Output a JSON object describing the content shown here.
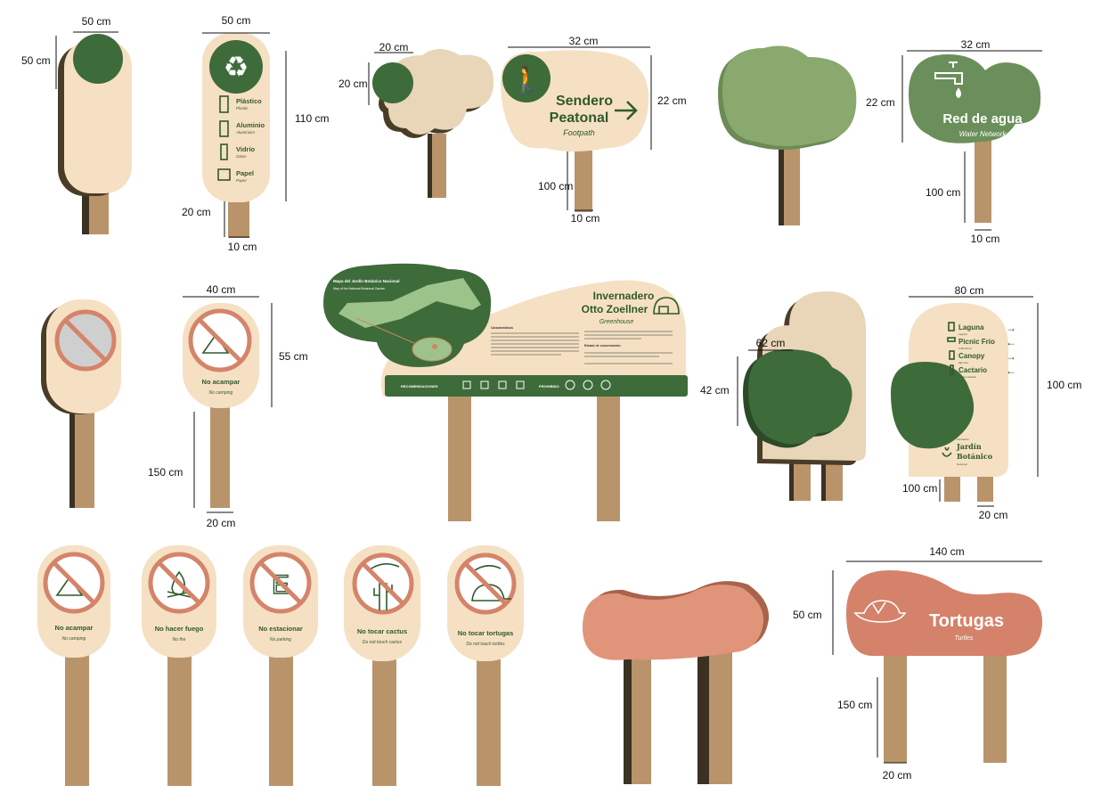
{
  "colors": {
    "cream": "#f6e0c3",
    "green": "#3e6b3a",
    "light_green": "#8aa96e",
    "water_green": "#6b8f5a",
    "post": "#b9946b",
    "salmon": "#d98f74",
    "prohibition_ring": "#d4846a"
  },
  "recycling": {
    "width": "50 cm",
    "height": "110 cm",
    "post_height": "20 cm",
    "post_width": "10 cm",
    "icon": "recycle-icon",
    "items": [
      {
        "label": "Plástico",
        "sub": "Plastic"
      },
      {
        "label": "Aluminio",
        "sub": "Aluminium"
      },
      {
        "label": "Vidrio",
        "sub": "Glass"
      },
      {
        "label": "Papel",
        "sub": "Paper"
      }
    ]
  },
  "popsicle_3d": {
    "width": "50 cm",
    "height": "50 cm"
  },
  "cloud_3d": {
    "width": "20 cm",
    "height": "20 cm"
  },
  "footpath": {
    "title1": "Sendero",
    "title2": "Peatonal",
    "sub": "Footpath",
    "width": "32 cm",
    "height": "22 cm",
    "post_height": "100 cm",
    "post_width": "10 cm",
    "icon": "hiker-icon"
  },
  "water": {
    "title": "Red de agua",
    "sub": "Water Network",
    "width": "32 cm",
    "height": "22 cm",
    "post_height": "100 cm",
    "post_width": "10 cm",
    "icon": "faucet-icon"
  },
  "no_camping_large": {
    "title": "No acampar",
    "sub": "No camping",
    "width": "40 cm",
    "height": "55 cm",
    "post_height": "150 cm",
    "post_width": "20 cm"
  },
  "greenhouse": {
    "title1": "Invernadero",
    "title2": "Otto Zoellner",
    "sub": "Greenhouse",
    "map_title": "Mapa del Jardín Botánico Nacional",
    "map_sub": "Map of the National Botanical Garden",
    "section1": "Características",
    "section2": "Estado de conservación:",
    "recommendations": "RECOMENDACIONES",
    "prohibited": "PROHIBIDO"
  },
  "tree_3d": {
    "width": "62 cm",
    "height": "42 cm"
  },
  "directions": {
    "width": "80 cm",
    "height": "100 cm",
    "post_height": "100 cm",
    "post_width": "20 cm",
    "items": [
      {
        "label": "Laguna",
        "sub": "Lagoon",
        "arrow": "→"
      },
      {
        "label": "Picnic Frío",
        "sub": "Cold Picnic",
        "arrow": "←"
      },
      {
        "label": "Canopy",
        "sub": "Zip-Line",
        "arrow": "→"
      },
      {
        "label": "Cactario",
        "sub": "Cactus Garden",
        "arrow": "←"
      }
    ],
    "logo_pre": "Fundación",
    "logo1": "Jardín",
    "logo2": "Botánico",
    "logo_post": "Nacional"
  },
  "prohibitions": [
    {
      "title": "No acampar",
      "sub": "No camping",
      "icon": "tent-icon"
    },
    {
      "title": "No hacer fuego",
      "sub": "No fire",
      "icon": "fire-icon"
    },
    {
      "title": "No estacionar",
      "sub": "No parking",
      "icon": "parking-e-icon"
    },
    {
      "title": "No tocar cactus",
      "sub": "Do not touch cactus",
      "icon": "cactus-hand-icon"
    },
    {
      "title": "No tocar tortugas",
      "sub": "Do not touch turtles",
      "icon": "turtle-hand-icon"
    }
  ],
  "turtles": {
    "title": "Tortugas",
    "sub": "Turtles",
    "width": "140 cm",
    "height": "50 cm",
    "post_height": "150 cm",
    "post_width": "20 cm",
    "icon": "turtle-icon"
  }
}
